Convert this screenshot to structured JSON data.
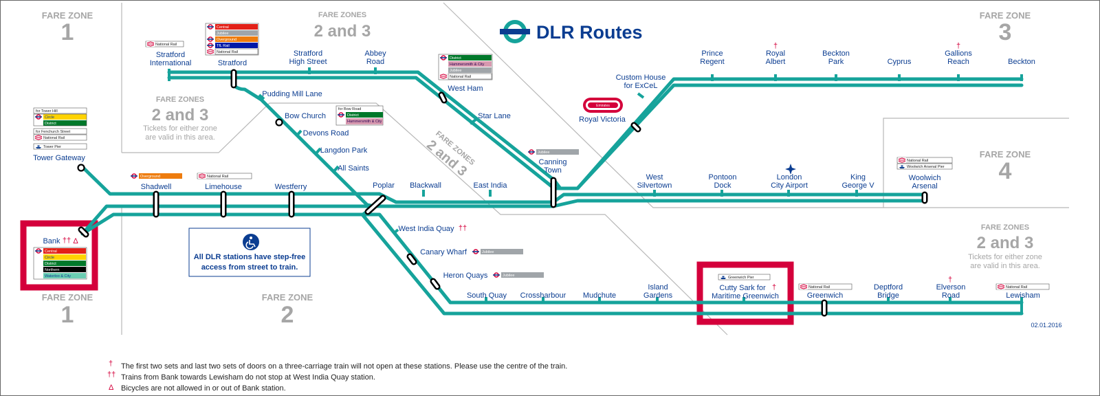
{
  "title": "DLR Routes",
  "date": "02.01.2016",
  "colors": {
    "line": "#16A39B",
    "navy": "#0B3D91",
    "grey": "#9e9e9e",
    "red": "#D4003B"
  },
  "zones": {
    "z1_top": [
      "FARE ZONE",
      "1"
    ],
    "z1_bottom": [
      "FARE ZONE",
      "1"
    ],
    "z2_bottom": [
      "FARE ZONE",
      "2"
    ],
    "z23_top": [
      "FARE ZONES",
      "2 and 3"
    ],
    "z23_left": [
      "FARE ZONES",
      "2 and 3",
      "Tickets for either zone",
      "are valid in this area."
    ],
    "z23_mid": [
      "FARE ZONES",
      "2 and 3"
    ],
    "z23_right": [
      "FARE ZONES",
      "2 and 3",
      "Tickets for either zone",
      "are valid in this area."
    ],
    "z3": [
      "FARE ZONE",
      "3"
    ],
    "z4": [
      "FARE ZONE",
      "4"
    ]
  },
  "stations": {
    "stratford_international": [
      "Stratford",
      "International"
    ],
    "stratford": [
      "Stratford"
    ],
    "stratford_high_street": [
      "Stratford",
      "High Street"
    ],
    "abbey_road": [
      "Abbey",
      "Road"
    ],
    "west_ham": [
      "West Ham"
    ],
    "star_lane": [
      "Star Lane"
    ],
    "canning_town": [
      "Canning",
      "Town"
    ],
    "custom_house": [
      "Custom House",
      "for ExCeL"
    ],
    "royal_victoria": [
      "Royal Victoria"
    ],
    "prince_regent": [
      "Prince",
      "Regent"
    ],
    "royal_albert": [
      "Royal",
      "Albert"
    ],
    "beckton_park": [
      "Beckton",
      "Park"
    ],
    "cyprus": [
      "Cyprus"
    ],
    "gallions_reach": [
      "Gallions",
      "Reach"
    ],
    "beckton": [
      "Beckton"
    ],
    "pudding_mill_lane": [
      "Pudding Mill Lane"
    ],
    "bow_church": [
      "Bow Church"
    ],
    "devons_road": [
      "Devons Road"
    ],
    "langdon_park": [
      "Langdon Park"
    ],
    "all_saints": [
      "All Saints"
    ],
    "tower_gateway": [
      "Tower Gateway"
    ],
    "bank": [
      "Bank"
    ],
    "shadwell": [
      "Shadwell"
    ],
    "limehouse": [
      "Limehouse"
    ],
    "westferry": [
      "Westferry"
    ],
    "poplar": [
      "Poplar"
    ],
    "blackwall": [
      "Blackwall"
    ],
    "east_india": [
      "East India"
    ],
    "west_silvertown": [
      "West",
      "Silvertown"
    ],
    "pontoon_dock": [
      "Pontoon",
      "Dock"
    ],
    "london_city_airport": [
      "London",
      "City Airport"
    ],
    "king_george_v": [
      "King",
      "George V"
    ],
    "woolwich_arsenal": [
      "Woolwich",
      "Arsenal"
    ],
    "west_india_quay": [
      "West India Quay"
    ],
    "canary_wharf": [
      "Canary Wharf"
    ],
    "heron_quays": [
      "Heron Quays"
    ],
    "south_quay": [
      "South Quay"
    ],
    "crossharbour": [
      "Crossharbour"
    ],
    "mudchute": [
      "Mudchute"
    ],
    "island_gardens": [
      "Island",
      "Gardens"
    ],
    "cutty_sark": [
      "Cutty Sark for",
      "Maritime Greenwich"
    ],
    "greenwich": [
      "Greenwich"
    ],
    "deptford_bridge": [
      "Deptford",
      "Bridge"
    ],
    "elverson_road": [
      "Elverson",
      "Road"
    ],
    "lewisham": [
      "Lewisham"
    ]
  },
  "symbols": {
    "dagger": "†",
    "double_dagger": "††",
    "delta": "Δ"
  },
  "interchange_labels": {
    "national_rail": "National Rail",
    "central": "Central",
    "jubilee": "Jubilee",
    "overground": "Overground",
    "tfl_rail": "TfL Rail",
    "district": "District",
    "hammersmith_city": "Hammersmith & City",
    "circle": "Circle",
    "northern": "Northern",
    "waterloo_city": "Waterloo & City",
    "for_tower_hill": "for Tower Hill",
    "for_fenchurch_street": "for Fenchurch Street",
    "tower_pier": "Tower Pier",
    "for_bow_road": "for Bow Road",
    "greenwich_pier": "Greenwich Pier",
    "woolwich_arsenal_pier": "Woolwich Arsenal Pier"
  },
  "royal_victoria_badge": "Emirates",
  "step_free": [
    "All DLR stations have step-free",
    "access from street to train."
  ],
  "footnotes": [
    "The first two sets and last two sets of doors on a three-carriage train will not open at these stations. Please use the centre of the train.",
    "Trains from Bank towards Lewisham do not stop at West India Quay station.",
    "Bicycles are not allowed in or out of Bank station."
  ]
}
